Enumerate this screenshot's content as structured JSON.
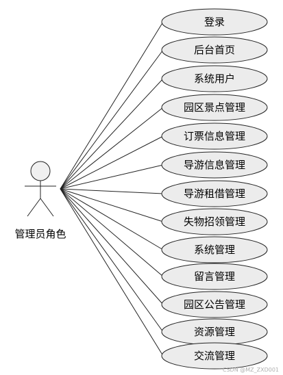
{
  "actor": {
    "label": "管理员角色"
  },
  "use_cases": [
    "登录",
    "后台首页",
    "系统用户",
    "园区景点管理",
    "订票信息管理",
    "导游信息管理",
    "导游租借管理",
    "失物招领管理",
    "系统管理",
    "留言管理",
    "园区公告管理",
    "资源管理",
    "交流管理"
  ],
  "watermark": "CSDN @MZ_ZXD001"
}
